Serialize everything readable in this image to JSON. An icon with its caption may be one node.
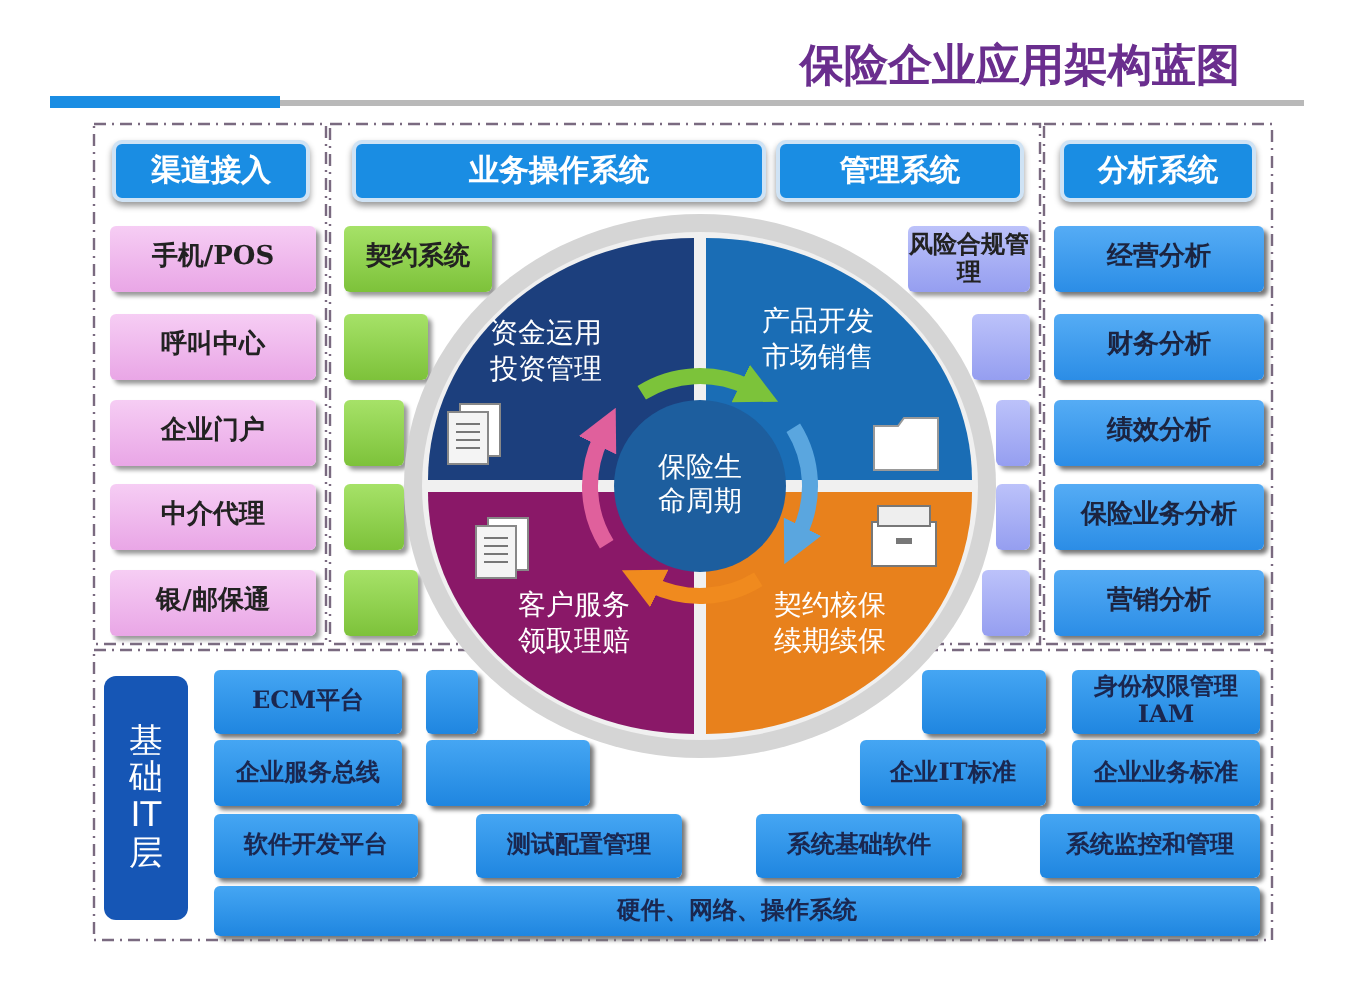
{
  "diagram": {
    "title": "保险企业应用架构蓝图",
    "nodes": [
      {
        "text": [
          "渠道接入"
        ]
      },
      {
        "text": [
          "业务操作系统"
        ]
      },
      {
        "text": [
          "管理系统"
        ]
      },
      {
        "text": [
          "分析系统"
        ]
      },
      {
        "text": [
          "手机/POS"
        ]
      },
      {
        "text": [
          "呼叫中心"
        ]
      },
      {
        "text": [
          "企业门户"
        ]
      },
      {
        "text": [
          "中介代理"
        ]
      },
      {
        "text": [
          "银/邮保通"
        ]
      },
      {
        "text": [
          "契约系统"
        ]
      },
      {
        "text": [],
        "shape": "box"
      },
      {
        "text": [],
        "shape": "box"
      },
      {
        "text": [],
        "shape": "box"
      },
      {
        "text": [],
        "shape": "box"
      },
      {
        "text": [
          "风险合规管理"
        ]
      },
      {
        "text": [],
        "shape": "box"
      },
      {
        "text": [],
        "shape": "box"
      },
      {
        "text": [],
        "shape": "box"
      },
      {
        "text": [],
        "shape": "box"
      },
      {
        "text": [
          "经营分析"
        ]
      },
      {
        "text": [
          "财务分析"
        ]
      },
      {
        "text": [
          "绩效分析"
        ]
      },
      {
        "text": [
          "保险业务分析"
        ]
      },
      {
        "text": [
          "营销分析"
        ]
      },
      {
        "text": [
          "基础IT层"
        ]
      },
      {
        "text": [
          "ECM平台"
        ]
      },
      {
        "text": [],
        "shape": "box"
      },
      {
        "text": [],
        "shape": "box"
      },
      {
        "text": [
          "身份权限管理 IAM"
        ]
      },
      {
        "text": [
          "企业服务总线"
        ]
      },
      {
        "text": [],
        "shape": "box"
      },
      {
        "text": [
          "企业IT标准"
        ]
      },
      {
        "text": [
          "企业业务标准"
        ]
      },
      {
        "text": [
          "软件开发平台"
        ]
      },
      {
        "text": [
          "测试配置管理"
        ]
      },
      {
        "text": [
          "系统基础软件"
        ]
      },
      {
        "text": [
          "系统监控和管理"
        ]
      },
      {
        "text": [
          "硬件、网络、操作系统"
        ]
      },
      {
        "text": [
          "资金运用投资管理"
        ]
      },
      {
        "text": [
          "产品开发市场销售"
        ]
      },
      {
        "text": [
          "保险生命周期"
        ]
      },
      {
        "text": [
          "客户服务领取理赔"
        ]
      },
      {
        "text": [
          "契约核保续期续保"
        ]
      }
    ],
    "edges": [
      {
        "from": 38,
        "to": 39,
        "arrow": "to",
        "color": "#7cc33a"
      },
      {
        "from": 39,
        "to": 42,
        "arrow": "to",
        "color": "#5aa6df"
      },
      {
        "from": 42,
        "to": 41,
        "arrow": "to",
        "color": "#f08a1e"
      },
      {
        "from": 41,
        "to": 38,
        "arrow": "to",
        "color": "#e0609c"
      }
    ]
  }
}
